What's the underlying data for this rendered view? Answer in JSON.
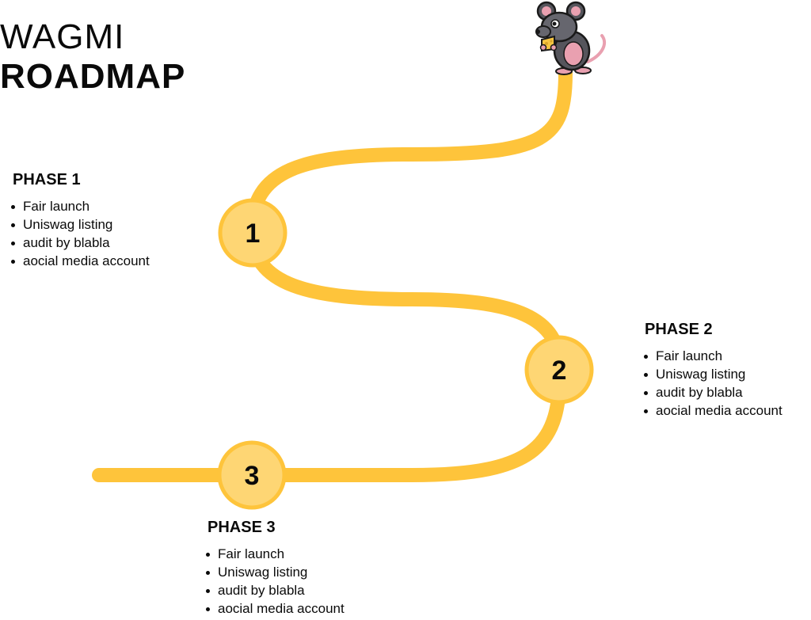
{
  "title": {
    "line1": "WAGMI",
    "line2": "ROADMAP"
  },
  "colors": {
    "road": "#fec43b",
    "marker_fill": "#fed674",
    "marker_stroke": "#fec43b",
    "text": "#0a0a0a"
  },
  "mascot": {
    "icon": "rat-mascot-holding-cheese-icon"
  },
  "markers": [
    {
      "label": "1"
    },
    {
      "label": "2"
    },
    {
      "label": "3"
    }
  ],
  "phases": [
    {
      "title": "PHASE 1",
      "items": [
        "Fair launch",
        "Uniswag listing",
        "audit by blabla",
        "aocial media account"
      ]
    },
    {
      "title": "PHASE 2",
      "items": [
        "Fair launch",
        "Uniswag listing",
        "audit by blabla",
        "aocial media account"
      ]
    },
    {
      "title": "PHASE 3",
      "items": [
        "Fair launch",
        "Uniswag listing",
        "audit by blabla",
        "aocial media account"
      ]
    }
  ]
}
